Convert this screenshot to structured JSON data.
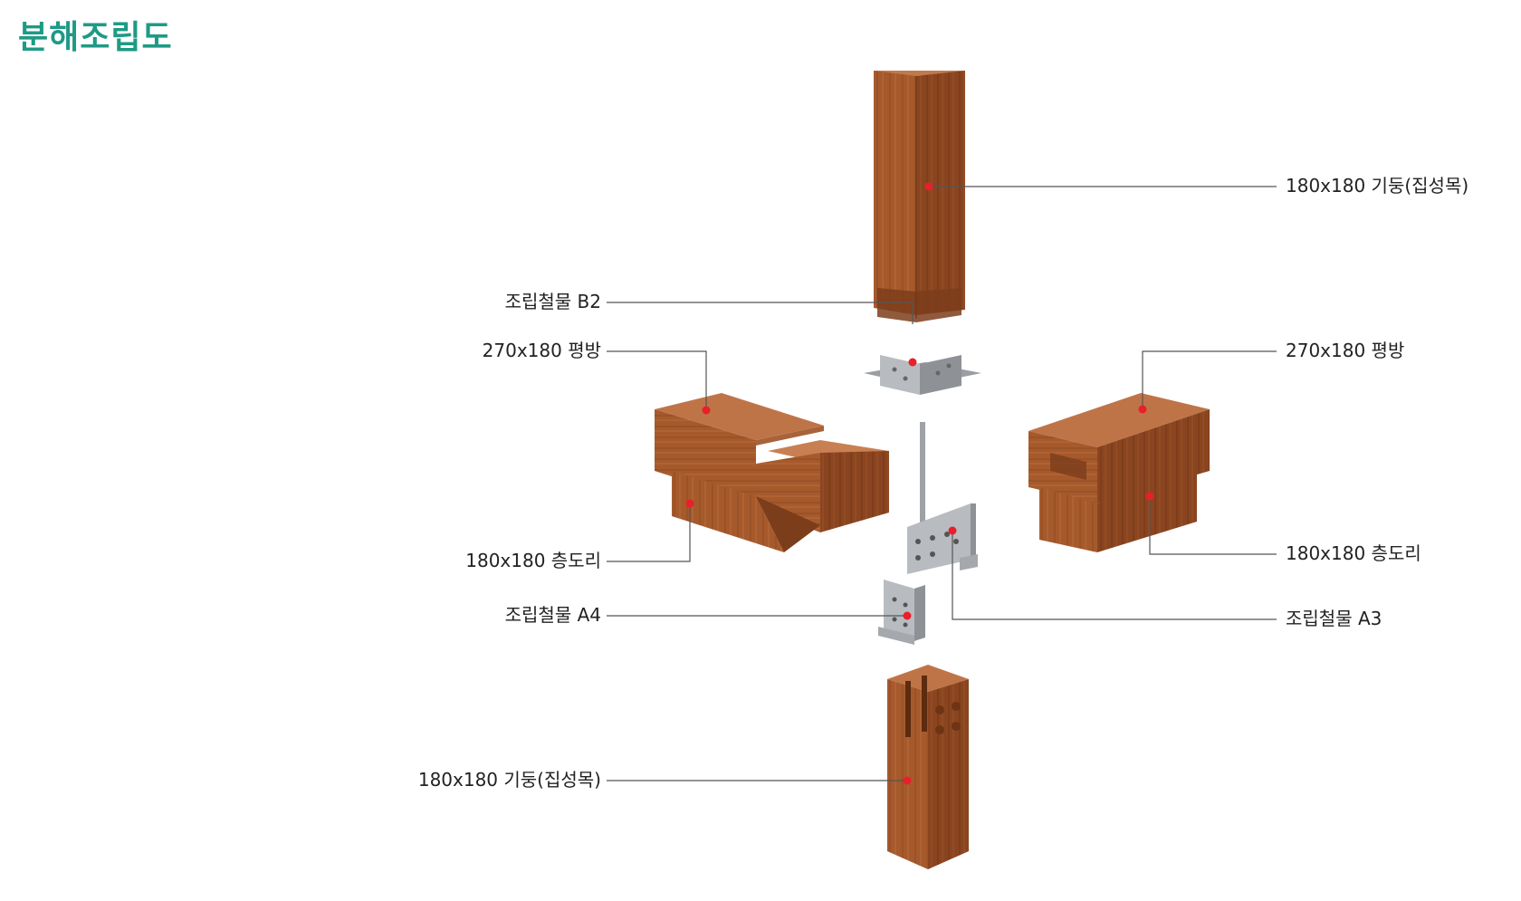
{
  "title": "분해조립도",
  "colors": {
    "title": "#1e9a85",
    "marker": "#e8202a",
    "leader": "#555555",
    "wood_front": "#a65a2c",
    "wood_side": "#8a4520",
    "wood_top": "#bf7448",
    "steel_face": "#b8bcc0",
    "steel_side": "#8e9297"
  },
  "labels": {
    "upper_column": "180x180 기둥(집성목)",
    "plate_b2": "조립철물 B2",
    "beam_left": "270x180 평방",
    "beam_right": "270x180 평방",
    "girt_left": "180x180 층도리",
    "girt_right": "180x180 층도리",
    "plate_a4": "조립철물 A4",
    "plate_a3": "조립철물 A3",
    "lower_column": "180x180 기둥(집성목)"
  }
}
